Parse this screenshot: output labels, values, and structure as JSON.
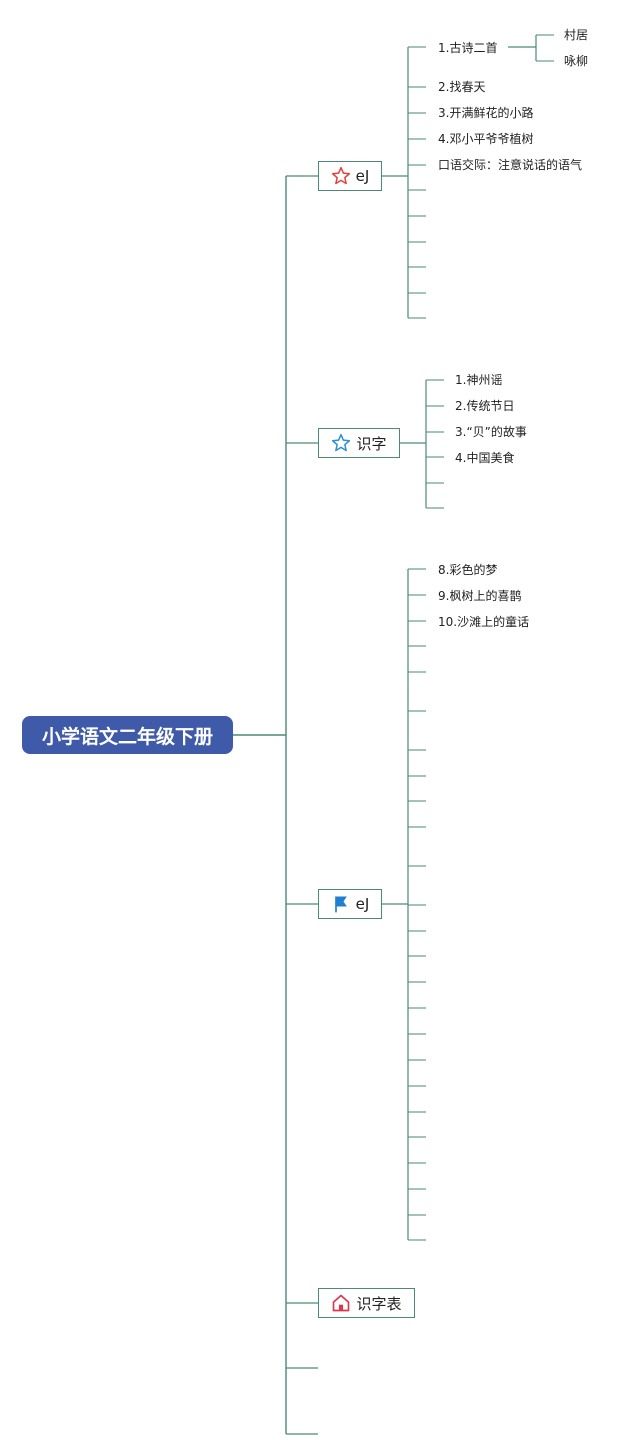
{
  "root": {
    "label": "小学语文二年级下册"
  },
  "branches": [
    {
      "label": "eJ",
      "icon": "star-outline-red-icon",
      "items": [
        {
          "label": "1.古诗二首",
          "children": [
            "村居",
            "咏柳"
          ]
        },
        {
          "label": "2.找春天"
        },
        {
          "label": "3.开满鲜花的小路"
        },
        {
          "label": "4.邓小平爷爷植树"
        },
        {
          "label": "口语交际：注意说话的语气"
        },
        {
          "label": ""
        },
        {
          "label": ""
        },
        {
          "label": ""
        },
        {
          "label": ""
        },
        {
          "label": ""
        },
        {
          "label": ""
        }
      ]
    },
    {
      "label": "识字",
      "icon": "star-outline-blue-icon",
      "items": [
        {
          "label": "1.神州谣"
        },
        {
          "label": "2.传统节日"
        },
        {
          "label": "3.“贝”的故事"
        },
        {
          "label": "4.中国美食"
        },
        {
          "label": ""
        },
        {
          "label": ""
        }
      ]
    },
    {
      "label": "eJ",
      "icon": "flag-blue-icon",
      "items": [
        {
          "label": "8.彩色的梦"
        },
        {
          "label": "9.枫树上的喜鹊"
        },
        {
          "label": "10.沙滩上的童话"
        },
        {
          "label": ""
        },
        {
          "label": ""
        },
        {
          "label": ""
        },
        {
          "label": ""
        },
        {
          "label": ""
        },
        {
          "label": ""
        },
        {
          "label": ""
        },
        {
          "label": ""
        },
        {
          "label": ""
        },
        {
          "label": ""
        },
        {
          "label": ""
        },
        {
          "label": ""
        },
        {
          "label": ""
        },
        {
          "label": ""
        },
        {
          "label": ""
        },
        {
          "label": ""
        },
        {
          "label": ""
        },
        {
          "label": ""
        },
        {
          "label": ""
        },
        {
          "label": ""
        },
        {
          "label": ""
        },
        {
          "label": ""
        },
        {
          "label": ""
        },
        {
          "label": ""
        }
      ]
    },
    {
      "label": "识字表",
      "icon": "house-red-icon",
      "items": []
    },
    {
      "label": "",
      "icon": "",
      "items": []
    },
    {
      "label": "",
      "icon": "",
      "items": []
    }
  ],
  "colors": {
    "root_fill": "#3f5aa8",
    "line": "#4a8a76",
    "star_red": "#e0433a",
    "star_blue": "#2b8fd6",
    "flag_blue": "#1f7fd1",
    "house_red": "#d9364f"
  }
}
